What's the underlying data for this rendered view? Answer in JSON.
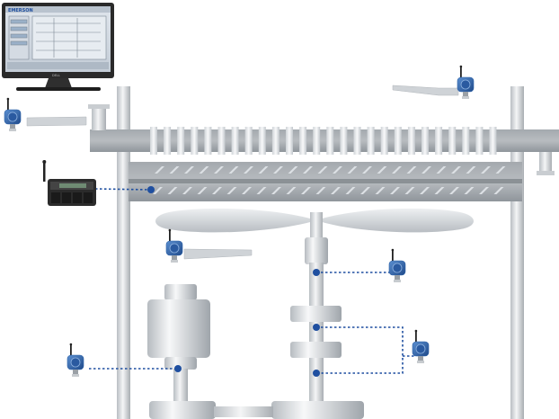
{
  "monitor": {
    "screen_logo": "EMERSON",
    "brand": "DELL"
  },
  "colors": {
    "transmitter_blue": "#2f63a8",
    "dotted_line": "#1f4fa0",
    "steel_light": "#e4e7ea",
    "steel_dark": "#9aa0a6",
    "gateway_dark": "#2b2b2b"
  },
  "devices": {
    "monitor": "monitor-icon",
    "gateway": "wireless-gateway-icon",
    "transmitters": [
      "wireless-transmitter-top-left",
      "wireless-transmitter-top-right",
      "wireless-transmitter-fan-left",
      "wireless-transmitter-shaft-upper",
      "wireless-transmitter-shaft-lower",
      "wireless-transmitter-bottom-left"
    ]
  }
}
